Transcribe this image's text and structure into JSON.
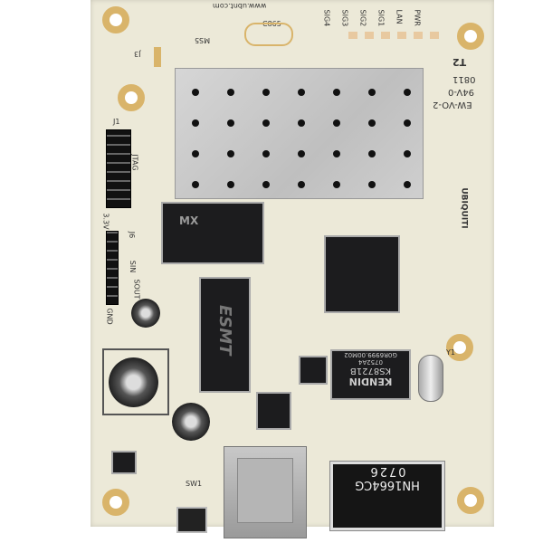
{
  "board": {
    "url": "www.ubnt.com",
    "ms": "MS5",
    "j3": "J3",
    "c865": "C865",
    "t2": "T2",
    "date": "0811",
    "rating": "94V-0",
    "model": "EW-VO-2",
    "j1": "J1",
    "jtag": "JTAG",
    "j6": "J6",
    "v33": "3.3V",
    "gnd": "GND",
    "sout": "SOUT",
    "sin": "SIN",
    "y1": "Y1",
    "sw1": "SW1",
    "brand": "UBIQUITI"
  },
  "leds": [
    "SIG4",
    "SIG3",
    "SIG2",
    "SIG1",
    "LAN",
    "PWR"
  ],
  "chips": {
    "flash": "MX",
    "sdram": "ESMT",
    "kendin": "KENDIN",
    "kendin_part": "KS8721B",
    "kendin_code": "0752A4 G0R6999.00M02",
    "inductor_part": "HN1664CG",
    "inductor_code": "0726"
  },
  "colors": {
    "board": "#ece9d8",
    "pad_gold": "#d9b46a",
    "chip": "#1c1c1e"
  }
}
